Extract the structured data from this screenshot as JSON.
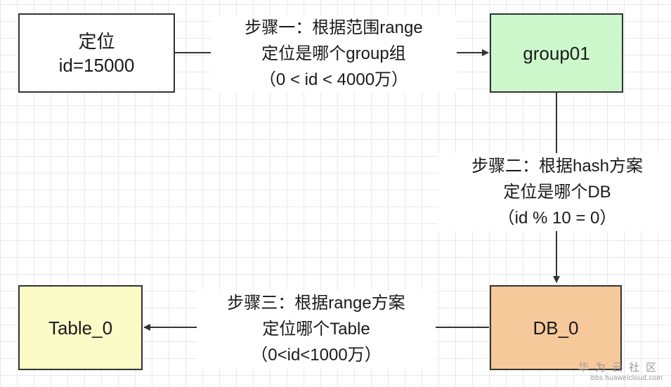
{
  "boxes": {
    "locate": {
      "line1": "定位",
      "line2": "id=15000",
      "fill": "#ffffff"
    },
    "group": {
      "text": "group01",
      "fill": "#ccf8cc"
    },
    "db": {
      "text": "DB_0",
      "fill": "#f6c99b"
    },
    "table": {
      "text": "Table_0",
      "fill": "#fbfbc8"
    }
  },
  "steps": {
    "step1": {
      "line1": "步骤一：根据范围range",
      "line2": "定位是哪个group组",
      "line3": "（0 < id < 4000万）"
    },
    "step2": {
      "line1": "步骤二：根据hash方案",
      "line2": "定位是哪个DB",
      "line3": "（id % 10 = 0）"
    },
    "step3": {
      "line1": "步骤三：根据range方案",
      "line2": "定位哪个Table",
      "line3": "（0<id<1000万）"
    }
  },
  "watermark": {
    "brand": "华为云社区",
    "url": "bbs.huaweicloud.com"
  },
  "colors": {
    "stroke": "#333333",
    "grid": "#e9e9e9"
  }
}
